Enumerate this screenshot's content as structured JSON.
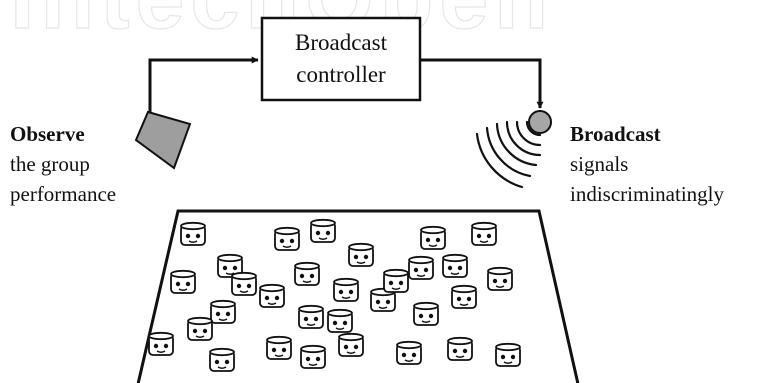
{
  "watermark": {
    "text": "IntechOpen"
  },
  "controller": {
    "line1": "Broadcast",
    "line2": "controller"
  },
  "observe": {
    "title": "Observe",
    "line1": "the group",
    "line2": "performance"
  },
  "broadcast": {
    "title": "Broadcast",
    "line1": "signals",
    "line2": "indiscriminatingly"
  },
  "colors": {
    "stroke": "#111111",
    "camera_fill": "#9e9e9e",
    "source_fill": "#a6a6a6",
    "robot_fill": "#ffffff",
    "watermark": "#e6e6e6"
  },
  "icons": {
    "camera": "camera-icon",
    "signal_source": "signal-source-icon",
    "signal_waves": "signal-waves-icon",
    "robot": "robot-icon"
  },
  "swarm": {
    "robot_count": 31
  }
}
